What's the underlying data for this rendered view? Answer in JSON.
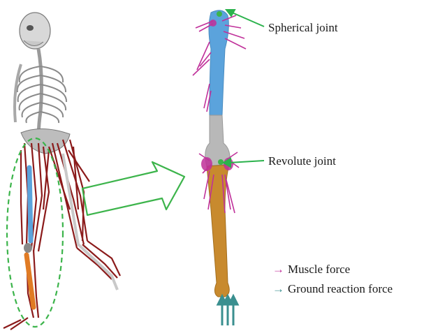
{
  "labels": {
    "spherical_joint": "Spherical joint",
    "revolute_joint": "Revolute joint"
  },
  "legend": {
    "muscle_force": {
      "symbol": "→",
      "label": "Muscle force"
    },
    "ground_reaction_force": {
      "symbol": "→",
      "label": "Ground reaction force"
    }
  },
  "colors": {
    "muscle_force": "#c0309a",
    "ground_reaction_force": "#3a8f8f",
    "joint_pointer": "#2bb24c",
    "femur": "#5ba3dc",
    "tibia": "#c88a2e",
    "knee_gray": "#b8b8b8",
    "muscle_red": "#8b1a1a",
    "bone": "#cfcfcf"
  },
  "icons": {
    "arrow": "hollow-block-arrow",
    "selection": "dashed-ellipse"
  }
}
